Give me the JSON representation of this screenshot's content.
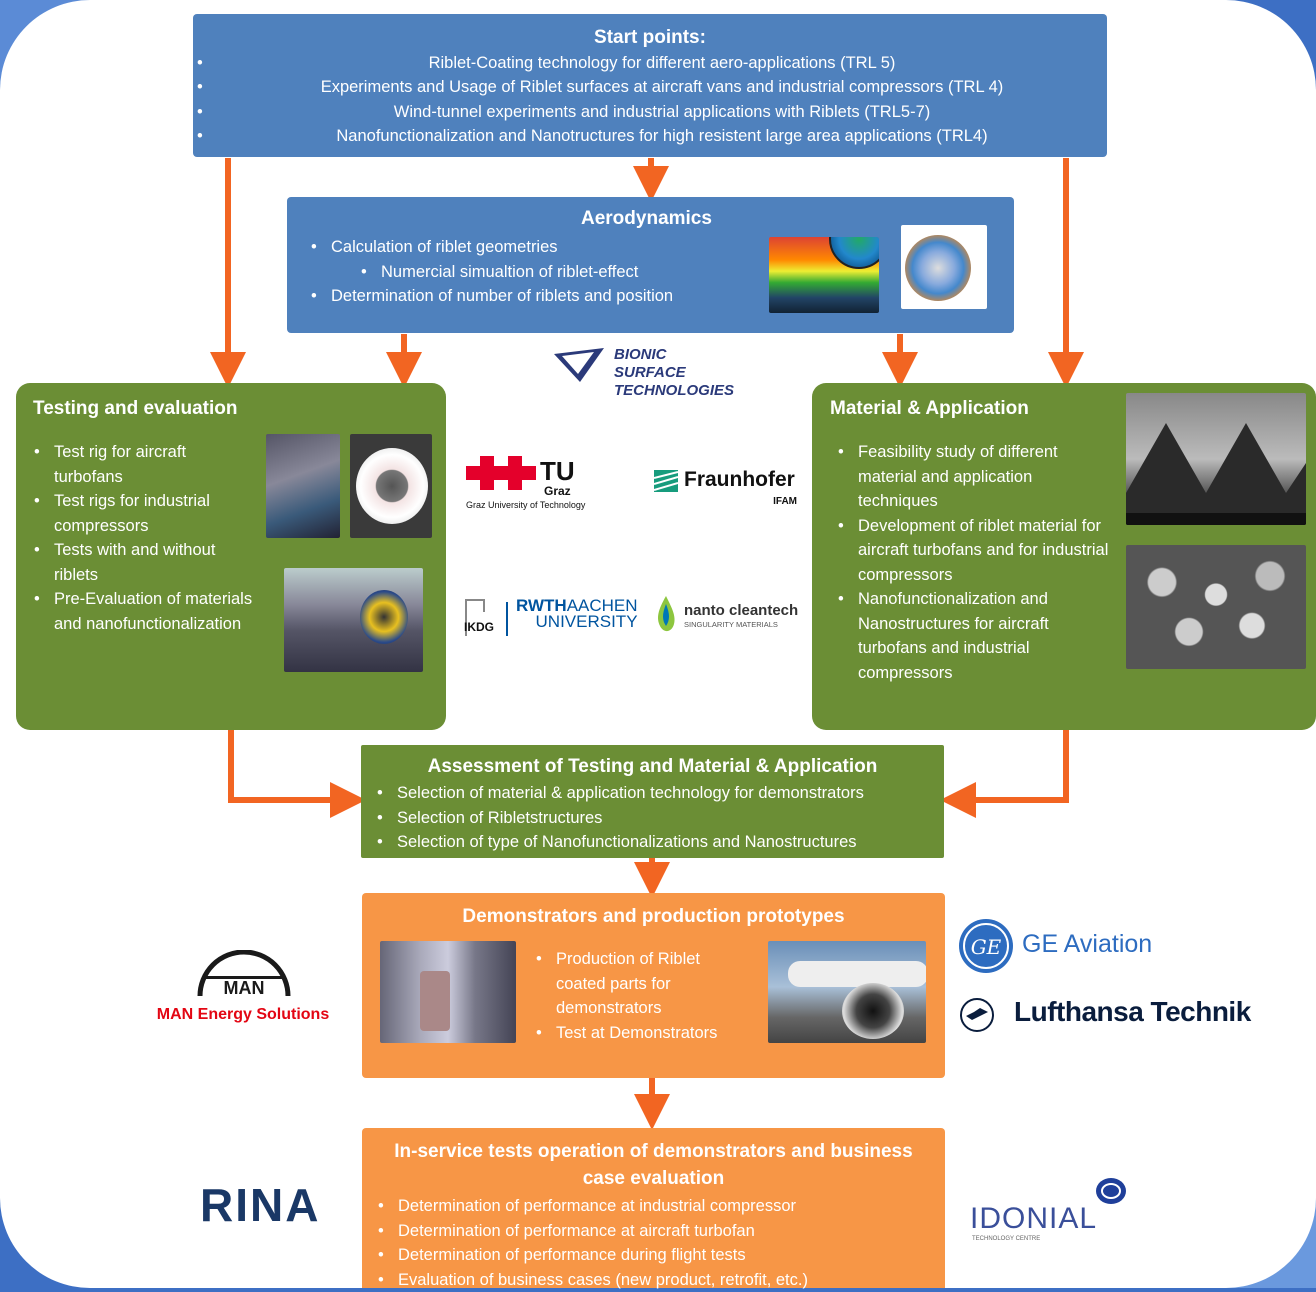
{
  "colors": {
    "blue": "#4f81bd",
    "green": "#6b8e35",
    "orange": "#f79646",
    "arrow": "#f26522"
  },
  "start": {
    "title": "Start points:",
    "items": [
      "Riblet-Coating technology for different aero-applications (TRL 5)",
      "Experiments and Usage of Riblet surfaces at aircraft vans and industrial compressors (TRL 4)",
      "Wind-tunnel experiments and industrial applications with Riblets (TRL5-7)",
      "Nanofunctionalization and Nanotructures for high resistent large area applications (TRL4)"
    ]
  },
  "aero": {
    "title": "Aerodynamics",
    "items": [
      "Calculation of riblet geometries",
      "Numercial simualtion of riblet-effect",
      "Determination of number of riblets and position"
    ]
  },
  "testing": {
    "title": "Testing and evaluation",
    "items": [
      "Test rig for aircraft turbofans",
      "Test rigs for industrial compressors",
      "Tests with and without riblets",
      "Pre-Evaluation of materials and nanofunctionalization"
    ]
  },
  "material": {
    "title": "Material & Application",
    "items": [
      "Feasibility study of different material and application techniques",
      "Development of riblet material for aircraft turbofans and for industrial compressors",
      "Nanofunctionalization and Nanostructures for aircraft turbofans and industrial compressors"
    ]
  },
  "assessment": {
    "title": "Assessment of Testing and Material & Application",
    "items": [
      "Selection of material & application technology for demonstrators",
      "Selection of Ribletstructures",
      "Selection of type of Nanofunctionalizations and Nanostructures"
    ]
  },
  "demo": {
    "title": "Demonstrators and production prototypes",
    "items": [
      "Production of Riblet coated parts for demonstrators",
      "Test at Demonstrators"
    ]
  },
  "inservice": {
    "title": "In-service tests operation of demonstrators and business case evaluation",
    "items": [
      "Determination of performance at industrial compressor",
      "Determination of performance at aircraft turbofan",
      "Determination of performance during flight tests",
      "Evaluation of business cases (new product, retrofit, etc.)"
    ]
  },
  "logos": {
    "bionic": [
      "BIONIC",
      "SURFACE",
      "TECHNOLOGIES"
    ],
    "tugraz_tu": "TU",
    "tugraz_graz": "Graz",
    "tugraz_sub": "Graz University of Technology",
    "fraunhofer": "Fraunhofer",
    "fraunhofer_sub": "IFAM",
    "ikdg": "IKDG",
    "rwth_1": "RWTH",
    "rwth_2": "AACHEN",
    "rwth_3": "UNIVERSITY",
    "nanto": "nanto cleantech",
    "nanto_sub": "SINGULARITY MATERIALS",
    "man": "MAN",
    "man_sub": "MAN Energy Solutions",
    "ge": "GE Aviation",
    "lufthansa": "Lufthansa Technik",
    "rina": "RINA",
    "idonial": "IDONIAL",
    "idonial_sub": "TECHNOLOGY CENTRE"
  }
}
